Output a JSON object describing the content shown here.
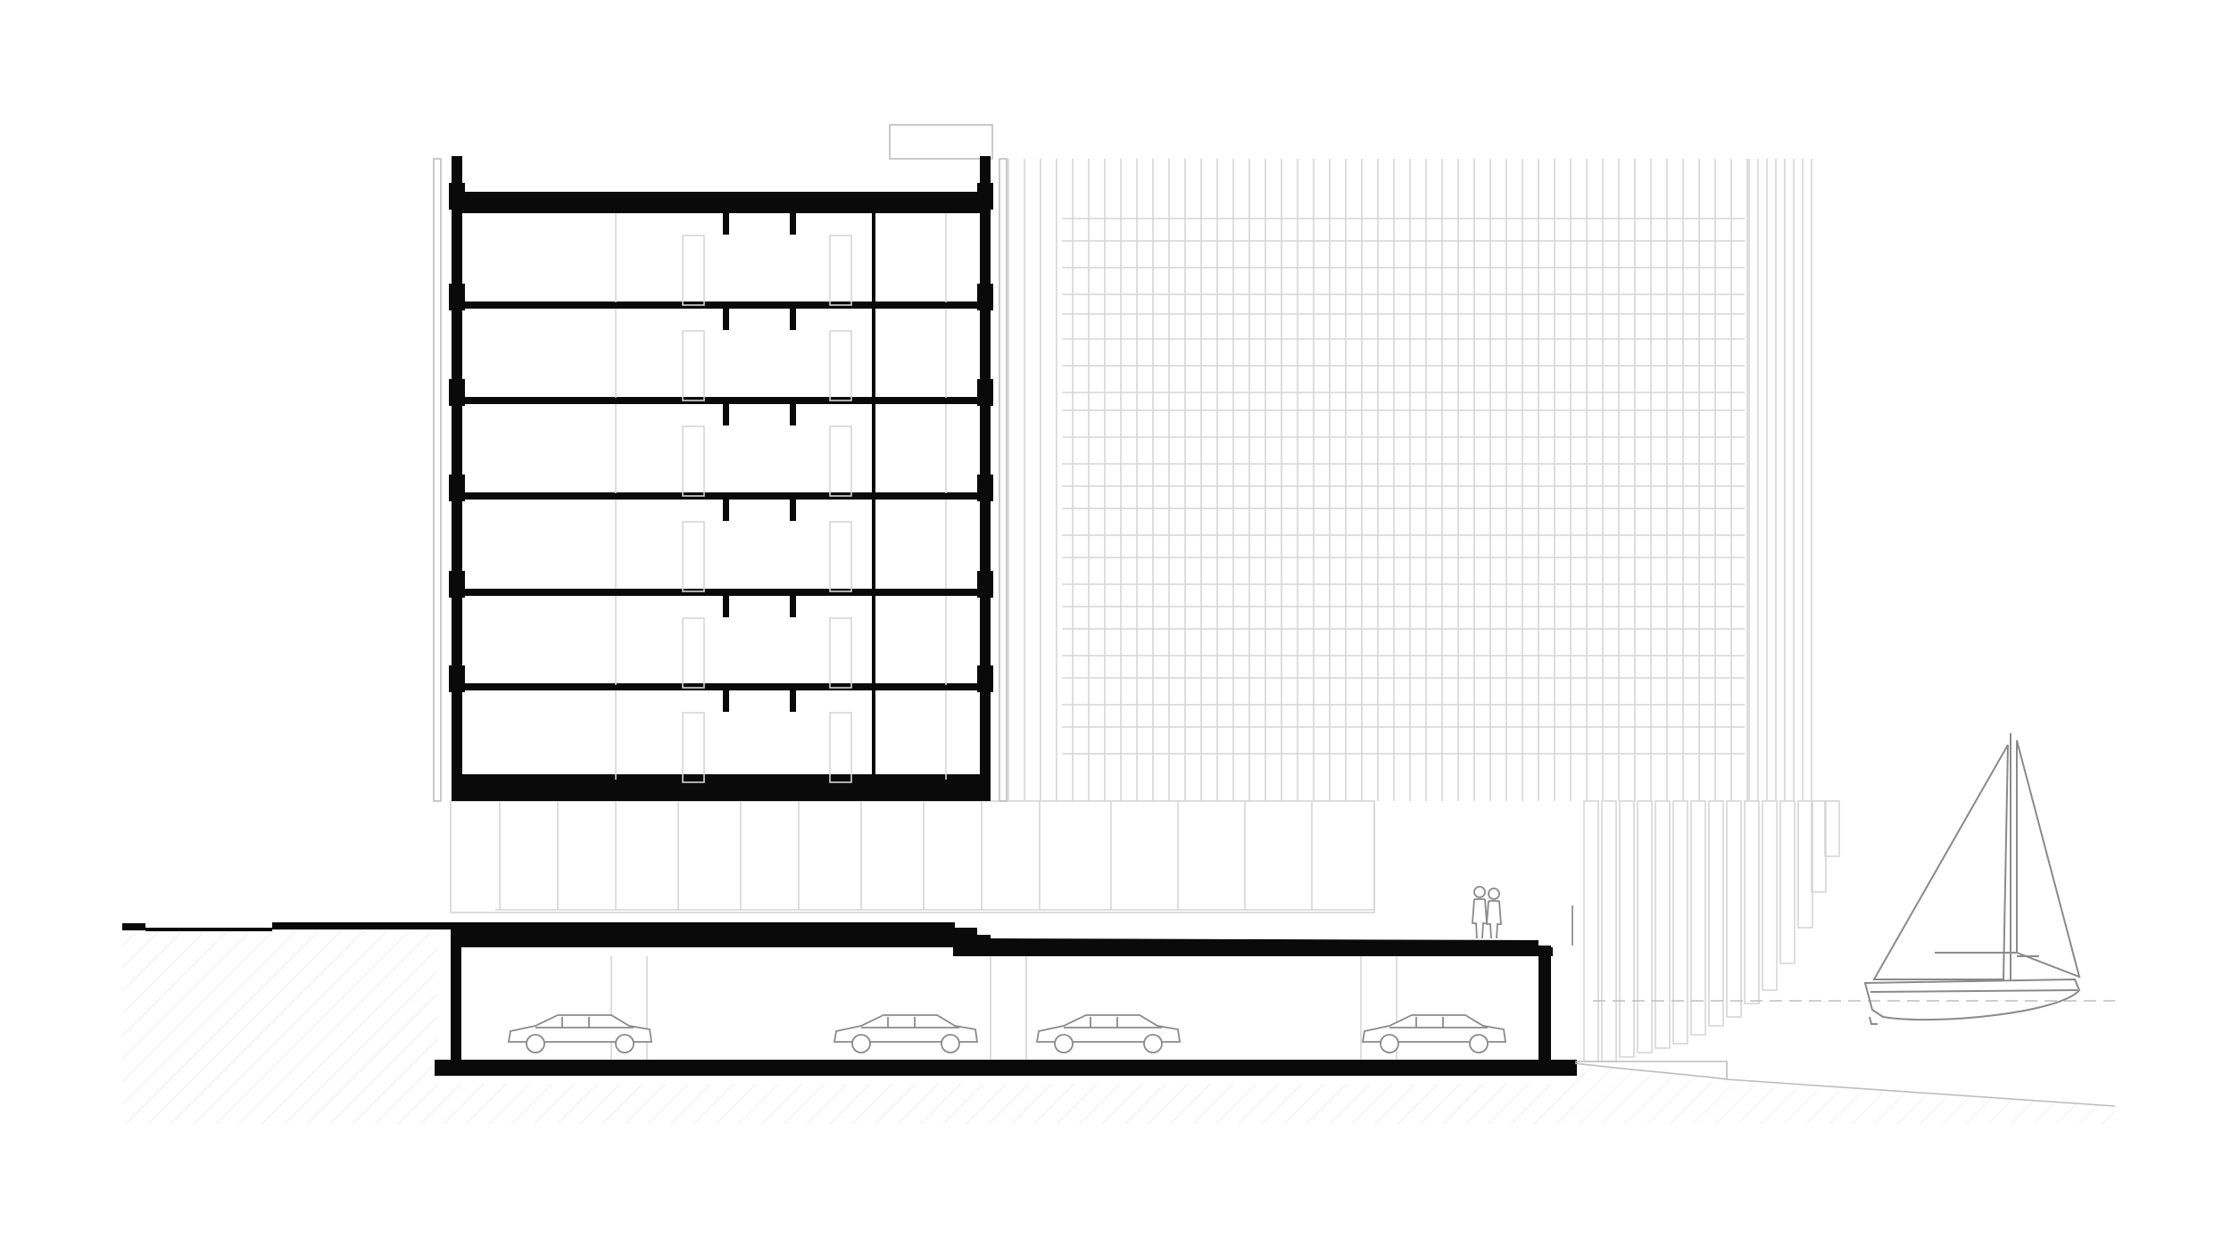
{
  "drawing": {
    "type": "architectural section / elevation",
    "upper_floors": 6,
    "parking_cars": 4,
    "people": 2,
    "has_sailboat": true,
    "has_water_line": true,
    "line_color": "#0a0a0a",
    "light_line_color": "#d6d6d6"
  }
}
